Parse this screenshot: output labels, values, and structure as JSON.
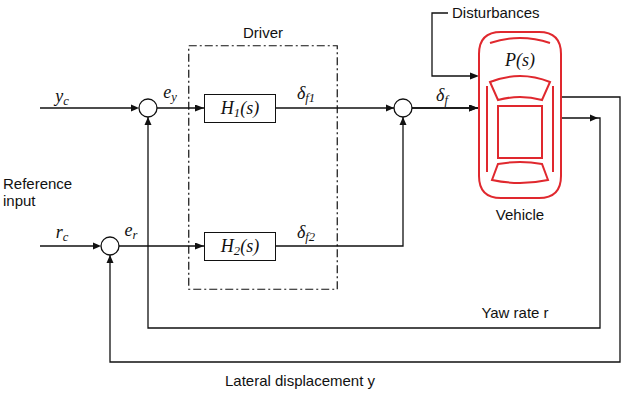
{
  "diagram": {
    "nodes": [
      {
        "text": [
          "Driver"
        ]
      },
      {
        "text": [
          "H1(s)"
        ],
        "in": 0
      },
      {
        "text": [
          "H2(s)"
        ],
        "in": 0
      },
      {
        "text": [
          "P(s)",
          "Vehicle"
        ]
      }
    ],
    "edges": [
      {
        "from": 1,
        "to": 3,
        "arrow": "to",
        "label": "δf1"
      },
      {
        "from": 2,
        "to": 3,
        "arrow": "to",
        "label": "δf2"
      },
      {
        "from": 3,
        "to": 1,
        "arrow": "to",
        "label": "Yaw rate r"
      },
      {
        "from": 3,
        "to": 2,
        "arrow": "to",
        "label": "Lateral displacement y"
      }
    ],
    "labels": [
      "Disturbances",
      "yc",
      "ey",
      "δf",
      "Reference input",
      "rc",
      "er"
    ]
  }
}
